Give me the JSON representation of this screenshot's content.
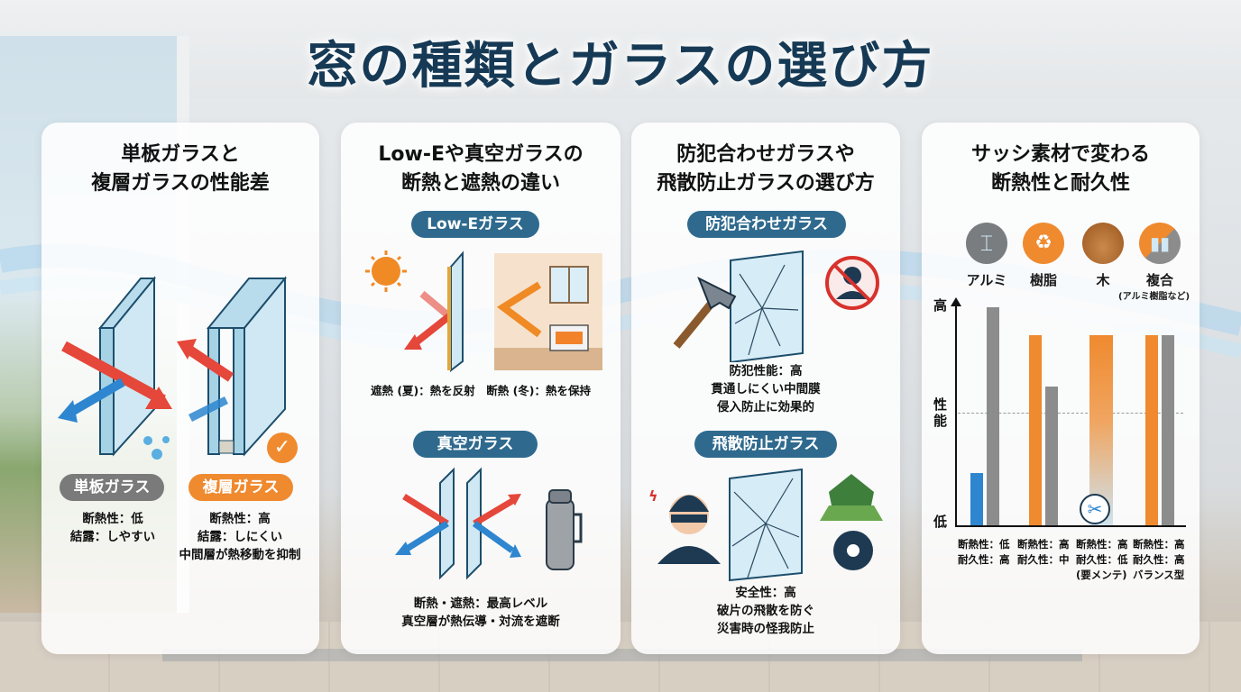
{
  "title": "窓の種類とガラスの選び方",
  "colors": {
    "title": "#163a55",
    "pill_blue": "#2f6a8e",
    "pill_gray": "#7a7a7a",
    "accent_orange": "#ef8a2f",
    "bar_gray": "#8c8c8c",
    "bar_blue": "#2d86cf",
    "glass": "#cfe8f3"
  },
  "panels": [
    {
      "title_line1": "単板ガラスと",
      "title_line2": "複層ガラスの性能差",
      "items": [
        {
          "badge": "単板ガラス",
          "badge_color": "gray",
          "lines": [
            "断熱性：低",
            "結露：しやすい"
          ],
          "icon": "single-pane-glass-icon"
        },
        {
          "badge": "複層ガラス",
          "badge_color": "orange",
          "lines": [
            "断熱性：高",
            "結露：しにくい",
            "中間層が熱移動を抑制"
          ],
          "icon": "double-pane-glass-icon",
          "checked": true
        }
      ]
    },
    {
      "title_line1": "Low-Eや真空ガラスの",
      "title_line2": "断熱と遮熱の違い",
      "sections": [
        {
          "badge": "Low-Eガラス",
          "caption": "遮熱 (夏)：熱を反射　断熱 (冬)：熱を保持"
        },
        {
          "badge": "真空ガラス",
          "lines": [
            "断熱・遮熱：最高レベル",
            "真空層が熱伝導・対流を遮断"
          ]
        }
      ]
    },
    {
      "title_line1": "防犯合わせガラスや",
      "title_line2": "飛散防止ガラスの選び方",
      "sections": [
        {
          "badge": "防犯合わせガラス",
          "lines": [
            "防犯性能：高",
            "貫通しにくい中間膜",
            "侵入防止に効果的"
          ]
        },
        {
          "badge": "飛散防止ガラス",
          "lines": [
            "安全性：高",
            "破片の飛散を防ぐ",
            "災害時の怪我防止"
          ]
        }
      ]
    },
    {
      "title_line1": "サッシ素材で変わる",
      "title_line2": "断熱性と耐久性",
      "materials": [
        {
          "label": "アルミ",
          "icon": "aluminum-beam-icon"
        },
        {
          "label": "樹脂",
          "icon": "resin-recycle-icon"
        },
        {
          "label": "木",
          "icon": "wood-grain-icon"
        },
        {
          "label": "複合",
          "sub": "(アルミ樹脂など)",
          "icon": "composite-icon"
        }
      ],
      "axis": {
        "high": "高",
        "mid": "性能",
        "low": "低"
      },
      "notes": [
        {
          "l1": "断熱性：低",
          "l2": "耐久性：高",
          "l3": ""
        },
        {
          "l1": "断熱性：高",
          "l2": "耐久性：中",
          "l3": ""
        },
        {
          "l1": "断熱性：高",
          "l2": "耐久性：低",
          "l3": "(要メンテ)"
        },
        {
          "l1": "断熱性：高",
          "l2": "耐久性：高",
          "l3": "バランス型"
        }
      ]
    }
  ],
  "chart_data": {
    "type": "bar",
    "title": "サッシ素材で変わる断熱性と耐久性",
    "categories": [
      "アルミ",
      "樹脂",
      "木",
      "複合"
    ],
    "series": [
      {
        "name": "断熱性",
        "values": [
          2,
          8.5,
          8.5,
          8.5
        ]
      },
      {
        "name": "耐久性",
        "values": [
          9.8,
          6.2,
          null,
          8.5
        ]
      }
    ],
    "ylabel": "性能",
    "ytick_labels": {
      "top": "高",
      "bottom": "低"
    },
    "ylim": [
      0,
      10
    ],
    "annotations": [
      "木の耐久性は要メンテ（工具アイコン）",
      "複合：バランス型"
    ],
    "grid": "dashed midline"
  }
}
